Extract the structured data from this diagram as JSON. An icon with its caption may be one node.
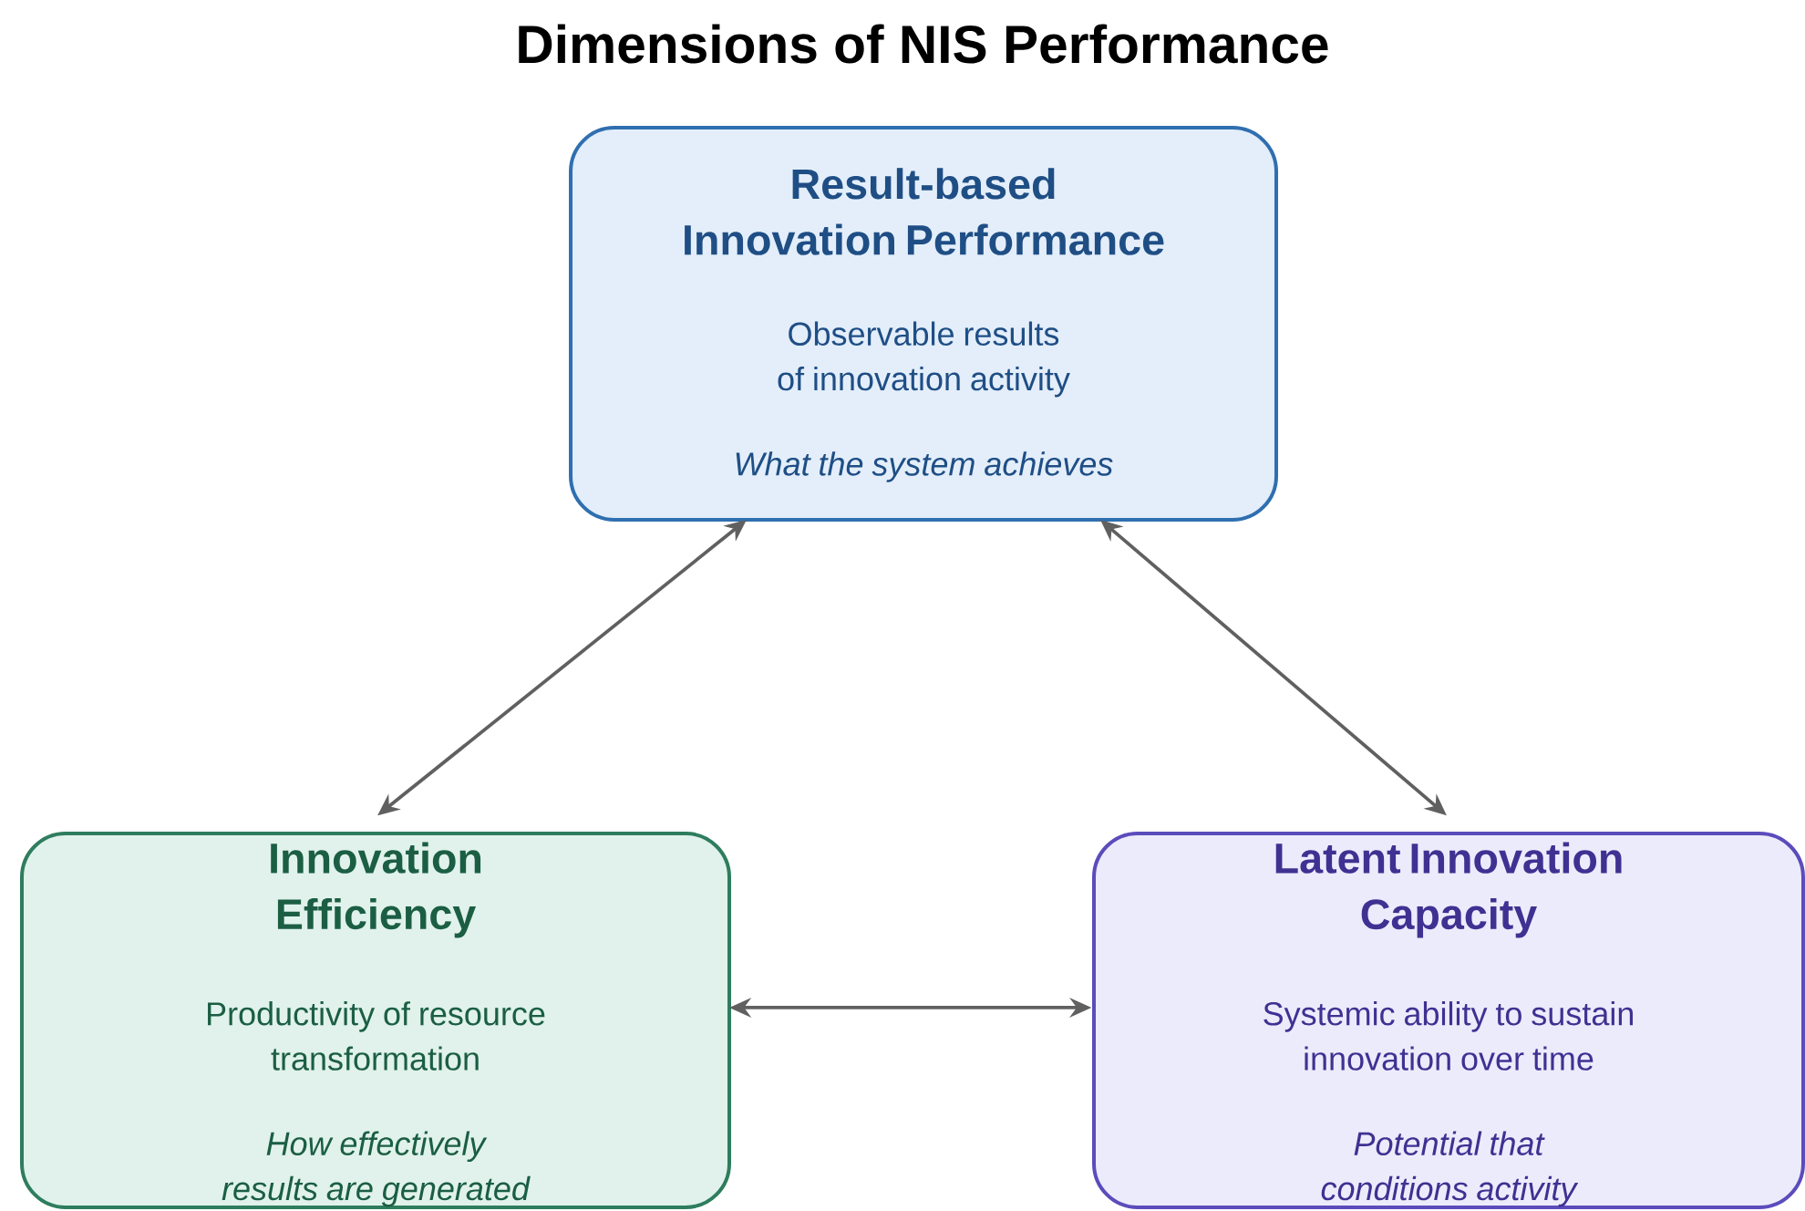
{
  "diagram": {
    "title": "Dimensions of NIS Performance",
    "nodes": [
      {
        "text": [
          "Result-based Innovation Performance",
          "Observable results of innovation activity",
          "What the system achieves"
        ]
      },
      {
        "text": [
          "Innovation Efficiency",
          "Productivity of resource transformation",
          "How effectively results are generated"
        ]
      },
      {
        "text": [
          "Latent Innovation Capacity",
          "Systemic ability to sustain innovation over time",
          "Potential that conditions activity"
        ]
      }
    ],
    "edges": [
      {
        "from": 0,
        "to": 1,
        "arrow": "both"
      },
      {
        "from": 0,
        "to": 2,
        "arrow": "both"
      },
      {
        "from": 1,
        "to": 2,
        "arrow": "both"
      }
    ]
  }
}
